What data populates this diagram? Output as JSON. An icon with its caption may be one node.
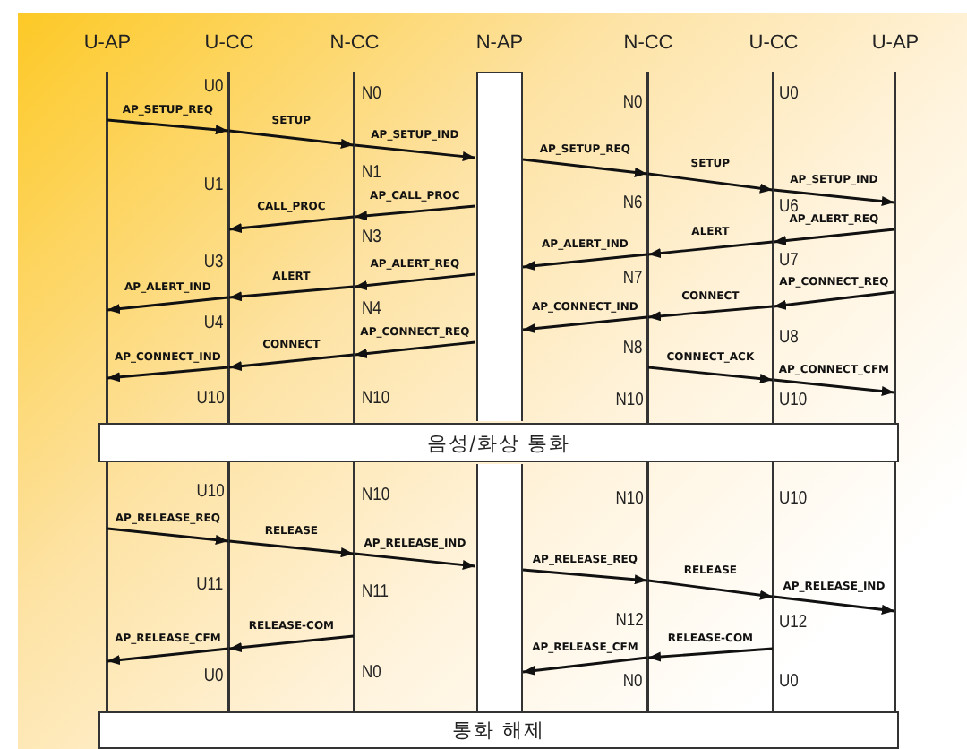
{
  "diagram": {
    "nodes": [
      {
        "text": [
          "U-AP"
        ]
      },
      {
        "text": [
          "U-CC"
        ]
      },
      {
        "text": [
          "N-CC"
        ]
      },
      {
        "text": [
          "N-AP"
        ]
      },
      {
        "text": [
          "N-CC"
        ]
      },
      {
        "text": [
          "U-CC"
        ]
      },
      {
        "text": [
          "U-AP"
        ]
      },
      {
        "text": [
          "음성/화상 통화"
        ]
      },
      {
        "text": [
          "통화 해제"
        ]
      },
      {
        "text": [],
        "shape": "box"
      }
    ],
    "edges": [
      {
        "from": 0,
        "to": 1,
        "arrow": "to",
        "label": "AP_SETUP_REQ"
      },
      {
        "from": 1,
        "to": 2,
        "arrow": "to",
        "label": "SETUP"
      },
      {
        "from": 2,
        "to": 3,
        "arrow": "to",
        "label": "AP_SETUP_IND"
      },
      {
        "from": 3,
        "to": 2,
        "arrow": "to",
        "label": "AP_CALL_PROC"
      },
      {
        "from": 2,
        "to": 1,
        "arrow": "to",
        "label": "CALL_PROC"
      },
      {
        "from": 3,
        "to": 2,
        "arrow": "to",
        "label": "AP_ALERT_REQ"
      },
      {
        "from": 2,
        "to": 1,
        "arrow": "to",
        "label": "ALERT"
      },
      {
        "from": 1,
        "to": 0,
        "arrow": "to",
        "label": "AP_ALERT_IND"
      },
      {
        "from": 3,
        "to": 2,
        "arrow": "to",
        "label": "AP_CONNECT_REQ"
      },
      {
        "from": 2,
        "to": 1,
        "arrow": "to",
        "label": "CONNECT"
      },
      {
        "from": 1,
        "to": 0,
        "arrow": "to",
        "label": "AP_CONNECT_IND"
      },
      {
        "from": 3,
        "to": 4,
        "arrow": "to",
        "label": "AP_SETUP_REQ"
      },
      {
        "from": 4,
        "to": 5,
        "arrow": "to",
        "label": "SETUP"
      },
      {
        "from": 5,
        "to": 6,
        "arrow": "to",
        "label": "AP_SETUP_IND"
      },
      {
        "from": 6,
        "to": 5,
        "arrow": "to",
        "label": "AP_ALERT_REQ"
      },
      {
        "from": 5,
        "to": 4,
        "arrow": "to",
        "label": "ALERT"
      },
      {
        "from": 4,
        "to": 3,
        "arrow": "to",
        "label": "AP_ALERT_IND"
      },
      {
        "from": 6,
        "to": 5,
        "arrow": "to",
        "label": "AP_CONNECT_REQ"
      },
      {
        "from": 5,
        "to": 4,
        "arrow": "to",
        "label": "CONNECT"
      },
      {
        "from": 4,
        "to": 3,
        "arrow": "to",
        "label": "AP_CONNECT_IND"
      },
      {
        "from": 4,
        "to": 5,
        "arrow": "to",
        "label": "CONNECT_ACK"
      },
      {
        "from": 5,
        "to": 6,
        "arrow": "to",
        "label": "AP_CONNECT_CFM"
      },
      {
        "from": 0,
        "to": 1,
        "arrow": "to",
        "label": "AP_RELEASE_REQ"
      },
      {
        "from": 1,
        "to": 2,
        "arrow": "to",
        "label": "RELEASE"
      },
      {
        "from": 2,
        "to": 9,
        "arrow": "to",
        "label": "AP_RELEASE_IND"
      },
      {
        "from": 2,
        "to": 1,
        "arrow": "to",
        "label": "RELEASE-COM"
      },
      {
        "from": 1,
        "to": 0,
        "arrow": "to",
        "label": "AP_RELEASE_CFM"
      },
      {
        "from": 9,
        "to": 4,
        "arrow": "to",
        "label": "AP_RELEASE_REQ"
      },
      {
        "from": 4,
        "to": 5,
        "arrow": "to",
        "label": "RELEASE"
      },
      {
        "from": 5,
        "to": 6,
        "arrow": "to",
        "label": "AP_RELEASE_IND"
      },
      {
        "from": 5,
        "to": 4,
        "arrow": "to",
        "label": "RELEASE-COM"
      },
      {
        "from": 4,
        "to": 9,
        "arrow": "to",
        "label": "AP_RELEASE_CFM"
      }
    ],
    "labels": [
      "U0",
      "U1",
      "U3",
      "U4",
      "U10",
      "U10",
      "U11",
      "U0",
      "N0",
      "N1",
      "N3",
      "N4",
      "N10",
      "N10",
      "N11",
      "N0",
      "N0",
      "N6",
      "N7",
      "N8",
      "N10",
      "N10",
      "N12",
      "N0",
      "U0",
      "U6",
      "U7",
      "U8",
      "U10",
      "U10",
      "U12",
      "U0"
    ]
  }
}
